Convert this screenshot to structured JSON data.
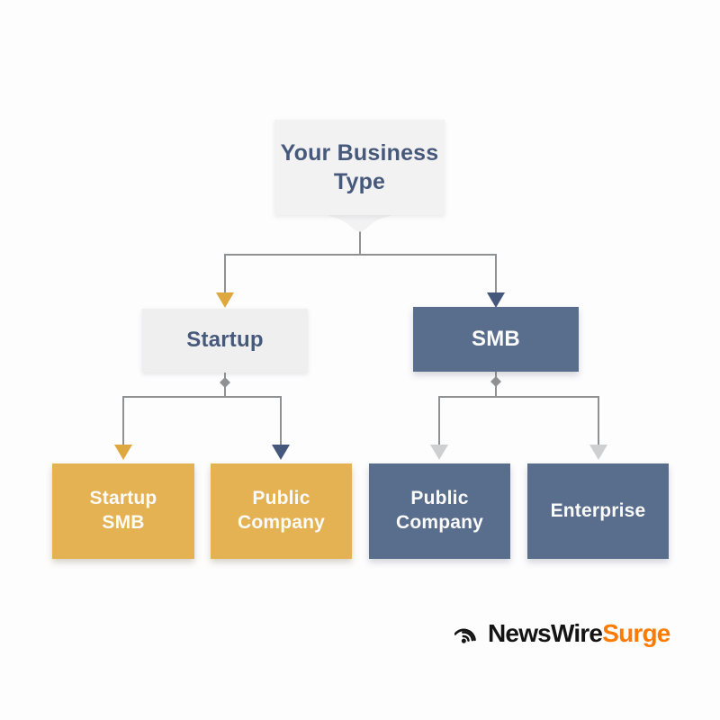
{
  "diagram": {
    "root": {
      "line1": "Your Business",
      "line2": "Type"
    },
    "level2": [
      {
        "label": "Startup"
      },
      {
        "label": "SMB"
      }
    ],
    "level3": [
      {
        "line1": "Startup",
        "line2": "SMB"
      },
      {
        "line1": "Public",
        "line2": "Company"
      },
      {
        "line1": "Public",
        "line2": "Company"
      },
      {
        "label": "Enterprise"
      }
    ],
    "edges": [
      {
        "from": "Your Business Type",
        "to": "Startup",
        "arrow_color": "gold"
      },
      {
        "from": "Your Business Type",
        "to": "SMB",
        "arrow_color": "slate"
      },
      {
        "from": "Startup",
        "to": "Startup SMB",
        "arrow_color": "gold"
      },
      {
        "from": "Startup",
        "to": "Public Company",
        "arrow_color": "slate"
      },
      {
        "from": "SMB",
        "to": "Public Company",
        "arrow_color": "light_gray"
      },
      {
        "from": "SMB",
        "to": "Enterprise",
        "arrow_color": "light_gray"
      }
    ]
  },
  "logo": {
    "icon": "broadcast-signal-icon",
    "prefix": "NewsWire",
    "suffix": "Surge"
  },
  "colors": {
    "gold": "#E4B252",
    "slate": "#596D8D",
    "box_light": "#EFEFF0",
    "box_root": "#F2F2F3",
    "text_slate": "#47597B",
    "text_light": "#FBFBF9",
    "line_gray": "#8F9193",
    "arrow_gold": "#DFA83E",
    "arrow_slate": "#45587C",
    "arrow_light": "#CDCFD1",
    "logo_black": "#141414",
    "logo_orange": "#FF7A00",
    "background": "#FDFDFE"
  }
}
